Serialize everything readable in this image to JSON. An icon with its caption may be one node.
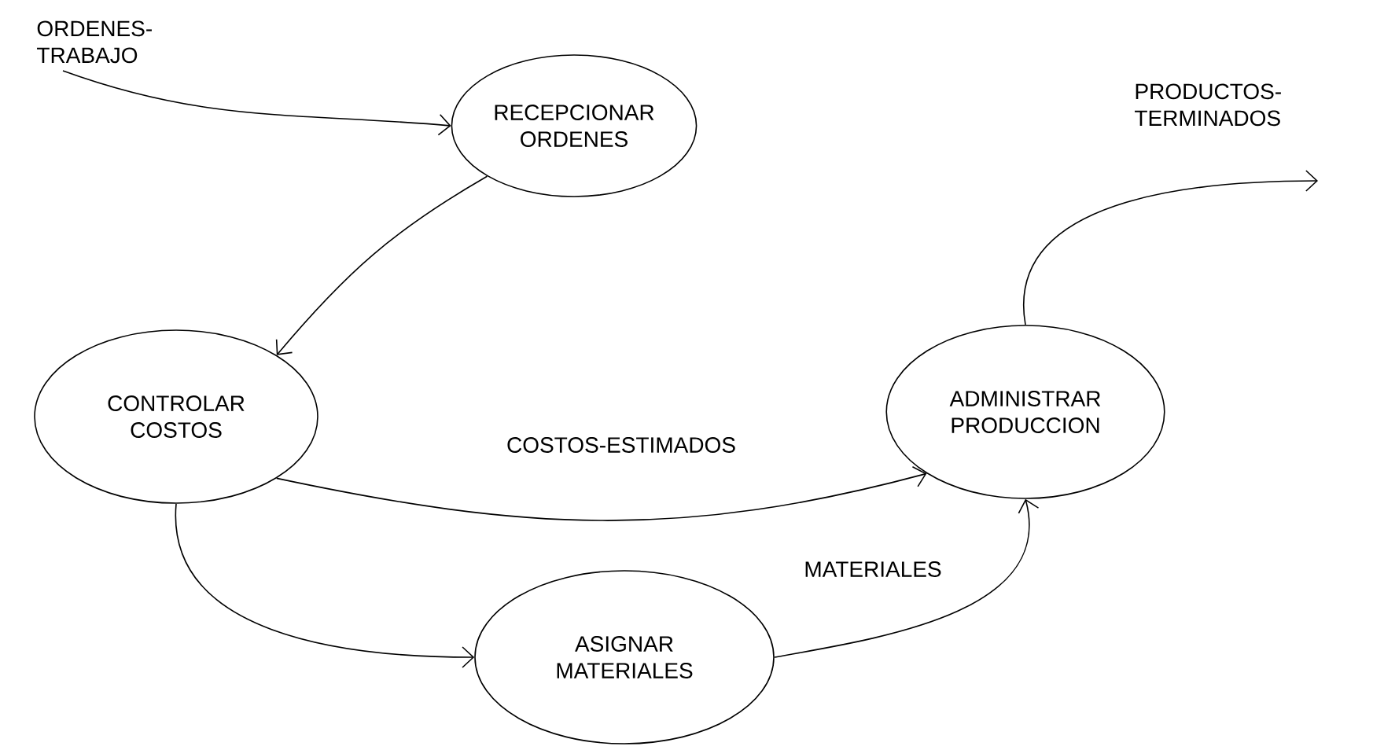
{
  "diagram": {
    "nodes": [
      {
        "text": [
          "RECEPCIONAR ORDENES"
        ]
      },
      {
        "text": [
          "CONTROLAR COSTOS"
        ]
      },
      {
        "text": [
          "ADMINISTRAR PRODUCCION"
        ]
      },
      {
        "text": [
          "ASIGNAR MATERIALES"
        ]
      }
    ],
    "edges": [
      {
        "from": null,
        "to": 0,
        "arrow": "to",
        "label": "ORDENES-TRABAJO"
      },
      {
        "from": 0,
        "to": 1,
        "arrow": "to"
      },
      {
        "from": 1,
        "to": 2,
        "arrow": "to",
        "label": "COSTOS-ESTIMADOS"
      },
      {
        "from": 1,
        "to": 3,
        "arrow": "to"
      },
      {
        "from": 3,
        "to": 2,
        "arrow": "to",
        "label": "MATERIALES"
      },
      {
        "from": 2,
        "to": null,
        "arrow": "to",
        "label": "PRODUCTOS-TERMINADOS"
      }
    ]
  }
}
